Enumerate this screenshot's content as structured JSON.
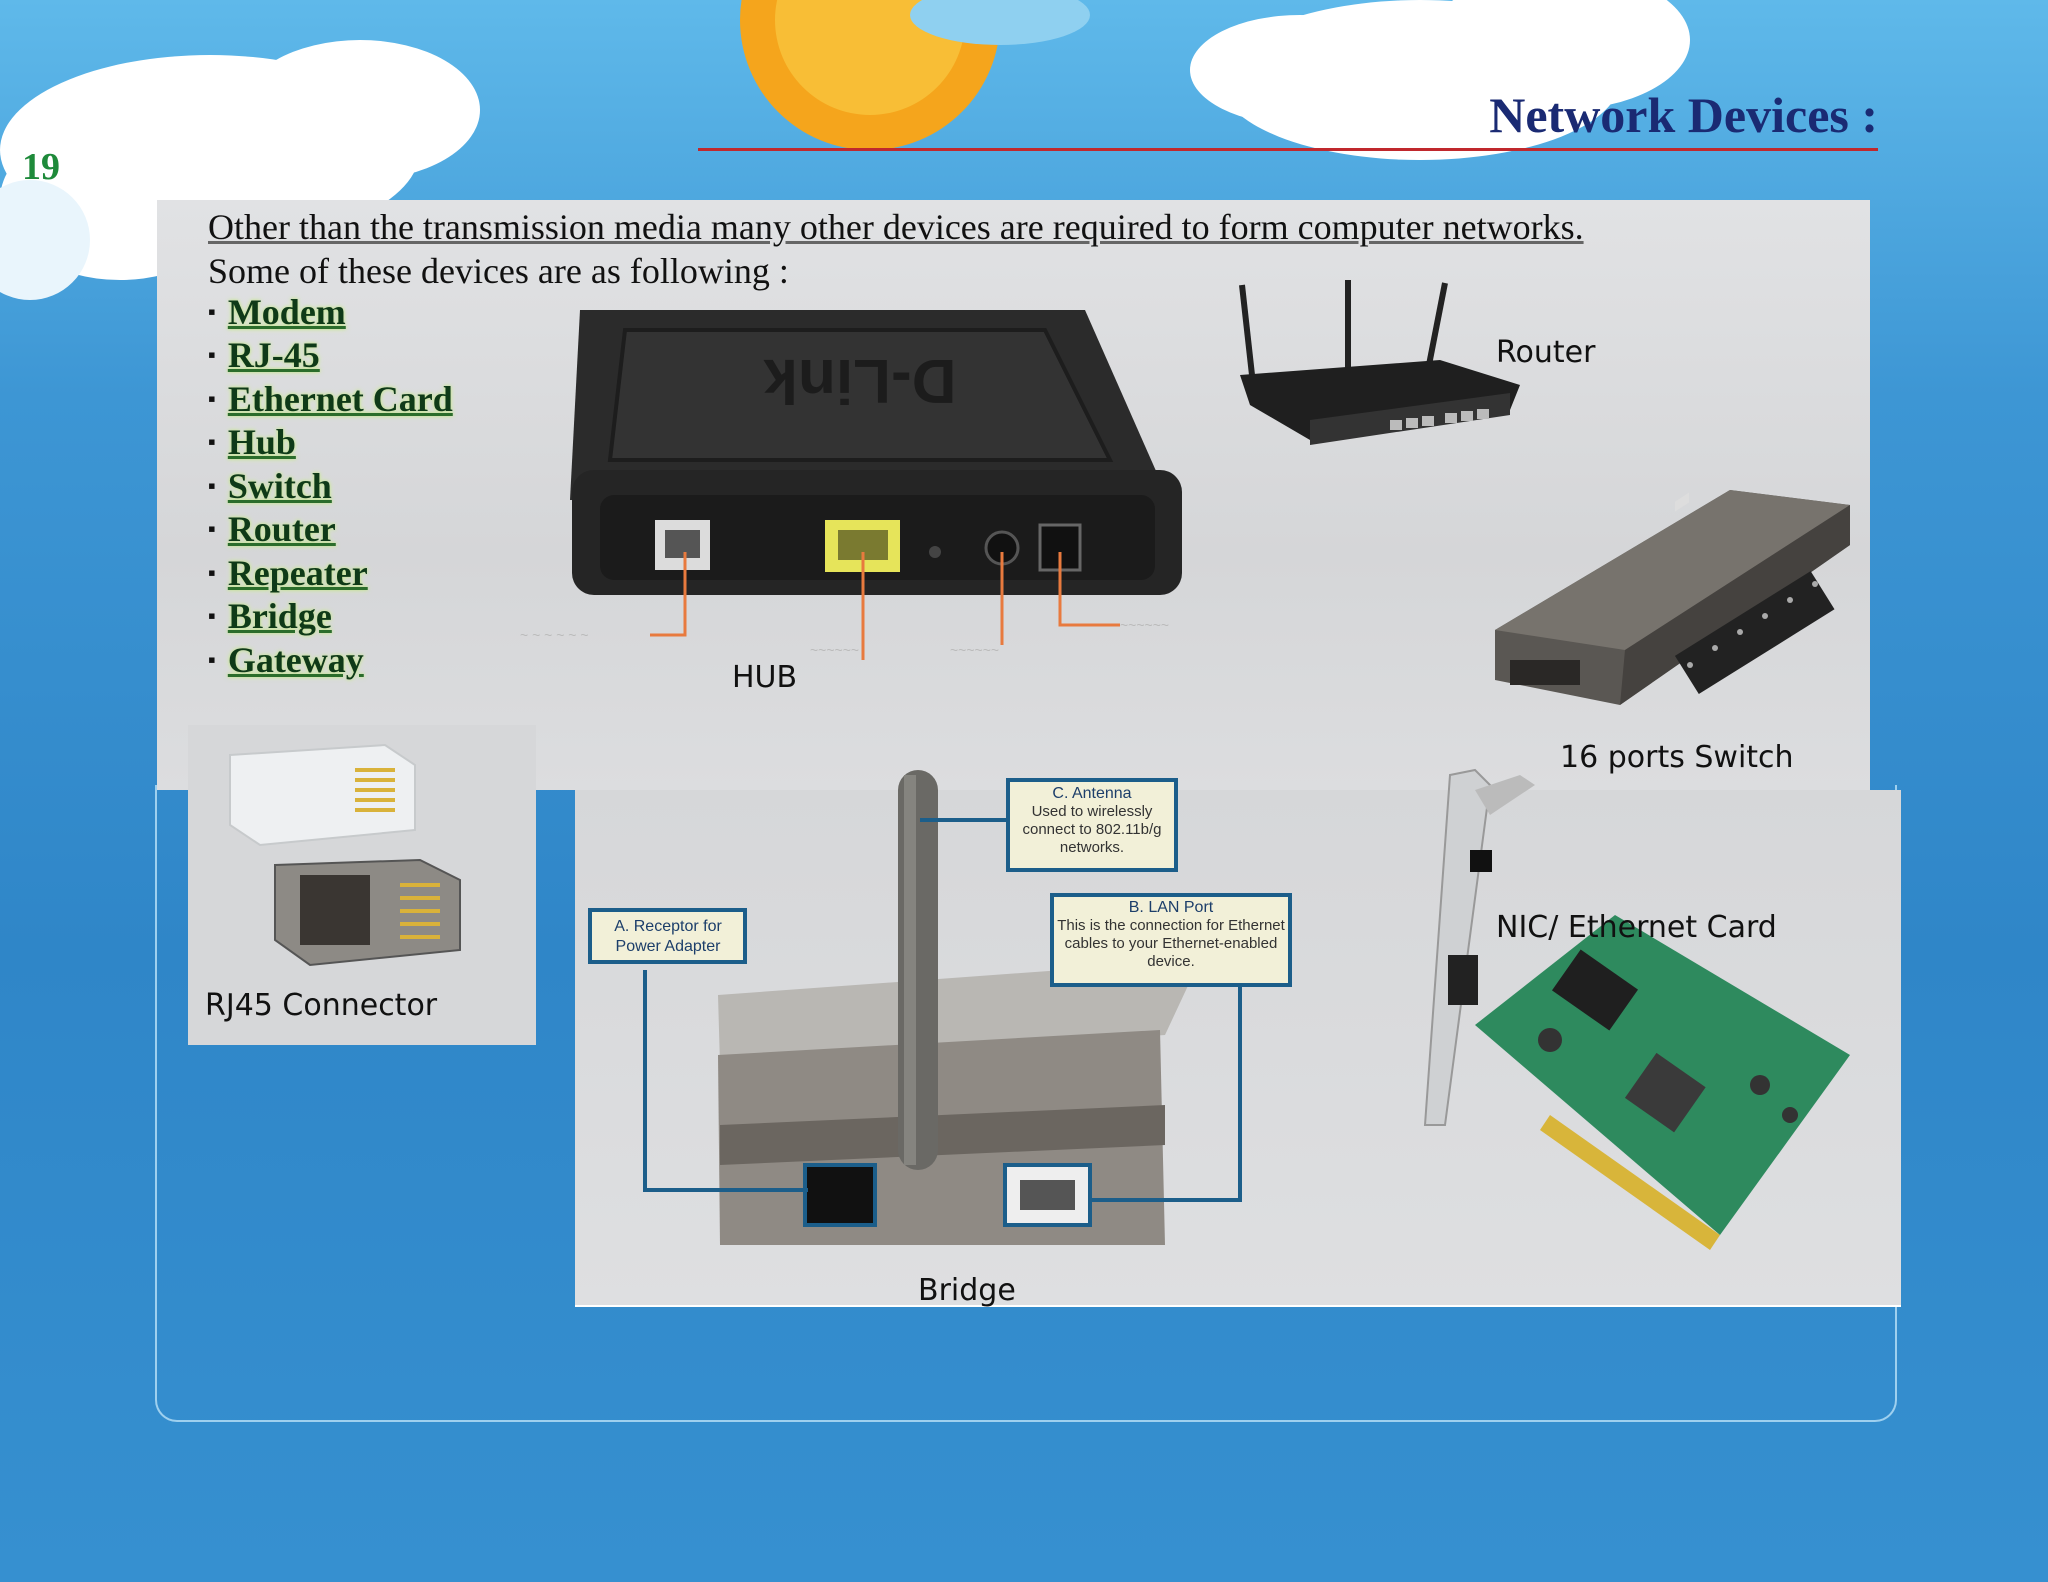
{
  "slide": {
    "page_number": "19",
    "title": "Network Devices :"
  },
  "intro": {
    "line1": "Other than the transmission media many other devices are required to form computer networks.",
    "line2": "Some of these devices are as following :"
  },
  "devices": [
    "Modem",
    "RJ-45",
    "Ethernet Card",
    "Hub",
    "Switch",
    "Router",
    "Repeater",
    "Bridge",
    "Gateway"
  ],
  "captions": {
    "router": "Router",
    "hub": "HUB",
    "switch": "16 ports Switch",
    "rj45": "RJ45 Connector",
    "nic": "NIC/ Ethernet Card",
    "bridge": "Bridge"
  },
  "hub_image": {
    "brand": "D-Link"
  },
  "bridge_image": {
    "callout_antenna_title": "C. Antenna",
    "callout_antenna_text": "Used to wirelessly connect to 802.11b/g networks.",
    "callout_power_title": "A. Receptor for",
    "callout_power_text": "Power Adapter",
    "callout_lan_title": "B. LAN Port",
    "callout_lan_text": "This is the connection for Ethernet cables to your Ethernet-enabled device."
  },
  "colors": {
    "title": "#1a2a73",
    "page_number": "#1e8a3a",
    "title_rule": "#c0282d",
    "device_text": "#0f3a18"
  }
}
